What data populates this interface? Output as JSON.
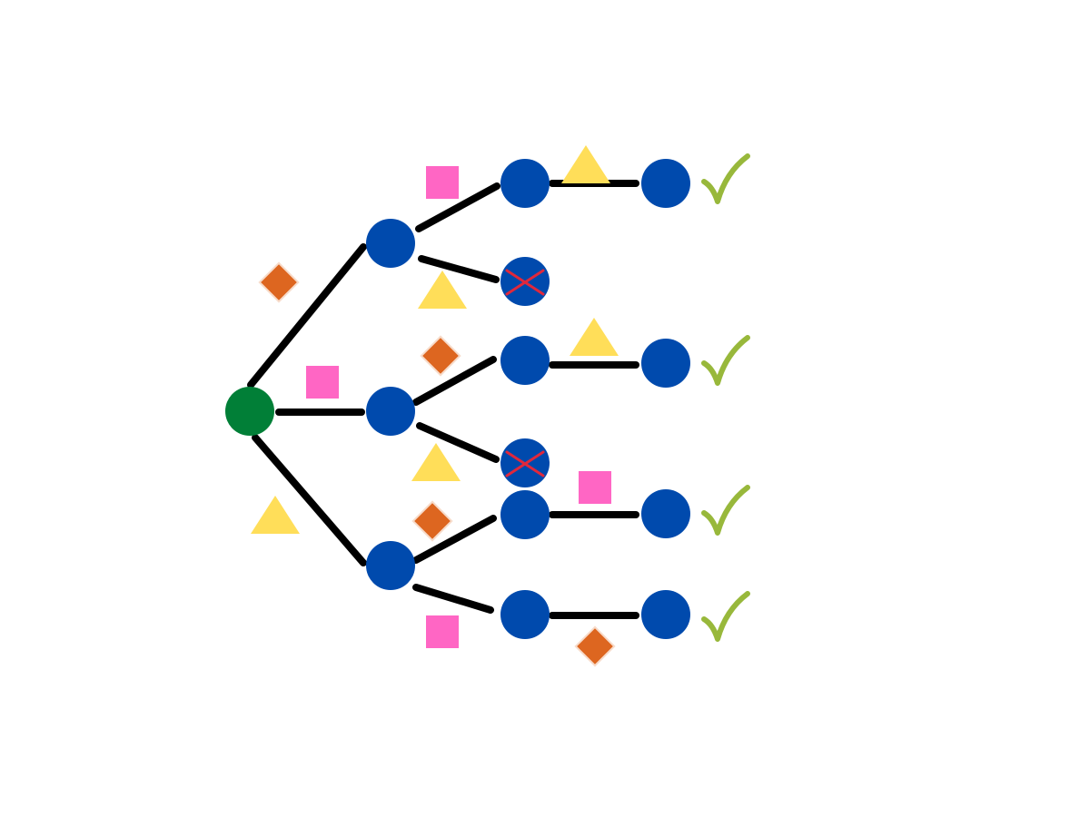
{
  "colors": {
    "root": "#017f37",
    "node": "#004aad",
    "edge": "#000000",
    "diamond": "#dd6620",
    "square": "#ff66c4",
    "triangle": "#ffde59",
    "cross": "#e0283c",
    "check": "#98b83b"
  },
  "tree": {
    "root": {
      "id": "root",
      "type": "start"
    },
    "nodes": [
      {
        "id": "A",
        "status": "intermediate"
      },
      {
        "id": "B",
        "status": "intermediate"
      },
      {
        "id": "C",
        "status": "intermediate"
      },
      {
        "id": "A1",
        "status": "intermediate"
      },
      {
        "id": "A2",
        "status": "rejected"
      },
      {
        "id": "B1",
        "status": "intermediate"
      },
      {
        "id": "B2",
        "status": "rejected"
      },
      {
        "id": "C1",
        "status": "intermediate"
      },
      {
        "id": "C2",
        "status": "intermediate"
      },
      {
        "id": "A1x",
        "status": "accepted"
      },
      {
        "id": "B1x",
        "status": "accepted"
      },
      {
        "id": "C1x",
        "status": "accepted"
      },
      {
        "id": "C2x",
        "status": "accepted"
      }
    ],
    "edges": [
      {
        "from": "root",
        "to": "A",
        "label_shape": "diamond"
      },
      {
        "from": "root",
        "to": "B",
        "label_shape": "square"
      },
      {
        "from": "root",
        "to": "C",
        "label_shape": "triangle"
      },
      {
        "from": "A",
        "to": "A1",
        "label_shape": "square"
      },
      {
        "from": "A",
        "to": "A2",
        "label_shape": "triangle"
      },
      {
        "from": "B",
        "to": "B1",
        "label_shape": "diamond"
      },
      {
        "from": "B",
        "to": "B2",
        "label_shape": "triangle"
      },
      {
        "from": "C",
        "to": "C1",
        "label_shape": "diamond"
      },
      {
        "from": "C",
        "to": "C2",
        "label_shape": "square"
      },
      {
        "from": "A1",
        "to": "A1x",
        "label_shape": "triangle"
      },
      {
        "from": "B1",
        "to": "B1x",
        "label_shape": "triangle"
      },
      {
        "from": "C1",
        "to": "C1x",
        "label_shape": "square"
      },
      {
        "from": "C2",
        "to": "C2x",
        "label_shape": "diamond"
      }
    ]
  }
}
